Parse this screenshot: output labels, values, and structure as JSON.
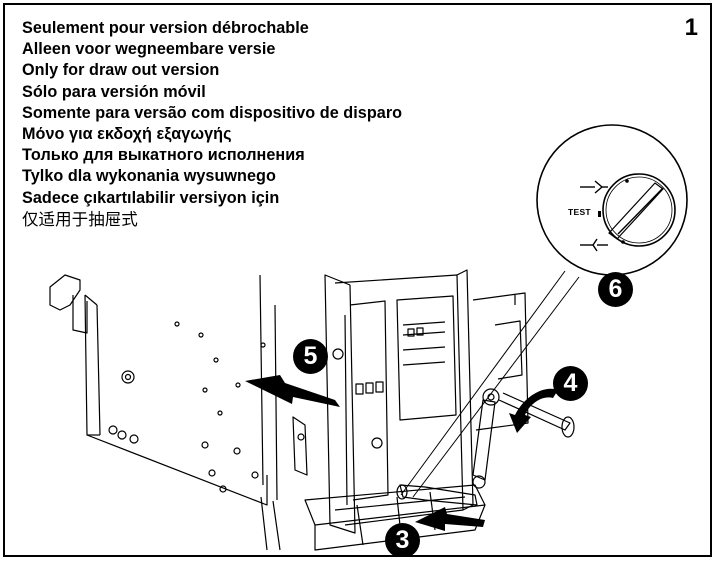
{
  "page_number": "1",
  "instructions": [
    "Seulement pour version débrochable",
    "Alleen voor wegneembare versie",
    "Only for draw out version",
    "Sólo para versión móvil",
    "Somente para versão com dispositivo de disparo",
    "Μόνο για εκδοχή εξαγωγής",
    "Только для выкатного исполнения",
    "Tylko dla wykonania wysuwnego",
    "Sadece çıkartılabilir versiyon için",
    "仅适用于抽屉式"
  ],
  "dial": {
    "label": "TEST"
  },
  "steps": {
    "three": "3",
    "four": "4",
    "five": "5",
    "six": "6"
  }
}
